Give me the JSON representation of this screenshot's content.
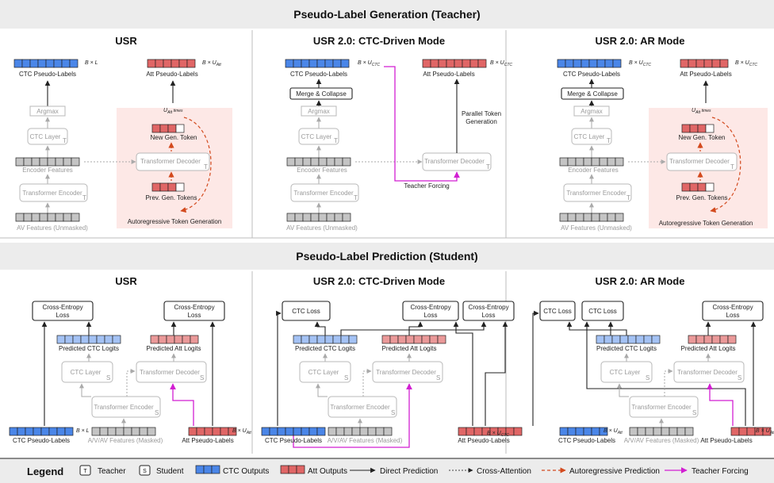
{
  "section_top": "Pseudo-Label Generation (Teacher)",
  "section_bottom": "Pseudo-Label Prediction (Student)",
  "panels": {
    "usr": "USR",
    "ctc_mode": "USR 2.0: CTC-Driven Mode",
    "ar_mode": "USR 2.0: AR Mode"
  },
  "teacher": {
    "ctc_pseudo_labels": "CTC Pseudo-Labels",
    "att_pseudo_labels": "Att Pseudo-Labels",
    "argmax": "Argmax",
    "ctc_layer": "CTC Layer",
    "encoder_features": "Encoder Features",
    "transformer_encoder": "Transformer Encoder",
    "av_features": "AV Features (Unmasked)",
    "transformer_decoder": "Transformer Decoder",
    "new_gen_token": "New Gen. Token",
    "prev_gen_tokens": "Prev. Gen. Tokens",
    "ar_generation": "Autoregressive Token Generation",
    "merge_collapse": "Merge & Collapse",
    "parallel_token": "Parallel Token",
    "generation": "Generation",
    "teacher_forcing": "Teacher Forcing",
    "T": "T",
    "dim_BL": "B × L",
    "dim_BUatt": "B × U",
    "dim_att_sub": "Att",
    "dim_ctc_sub": "CTC",
    "u_att_times": "U",
    "u_att_sub": "Att",
    "u_times_word": "times"
  },
  "student": {
    "cross_entropy": "Cross-Entropy",
    "loss": "Loss",
    "ctc_loss": "CTC Loss",
    "predicted_ctc": "Predicted CTC Logits",
    "predicted_att": "Predicted Att Logits",
    "ctc_layer": "CTC Layer",
    "transformer_decoder": "Transformer Decoder",
    "transformer_encoder": "Transformer Encoder",
    "ctc_pseudo_labels": "CTC Pseudo-Labels",
    "att_pseudo_labels": "Att Pseudo-Labels",
    "av_features_masked": "A/V/AV Features (Masked)",
    "S": "S"
  },
  "legend": {
    "title": "Legend",
    "T_box": "T",
    "teacher": "Teacher",
    "S_box": "S",
    "student": "Student",
    "ctc_outputs": "CTC Outputs",
    "att_outputs": "Att Outputs",
    "direct": "Direct Prediction",
    "cross_attention": "Cross-Attention",
    "ar_prediction": "Autoregressive Prediction",
    "teacher_forcing": "Teacher Forcing"
  },
  "colors": {
    "ctc_blue": "#4a86e8",
    "att_red": "#e06666",
    "light_blue": "#a4c2f4",
    "light_red": "#ea9999",
    "pink_bg": "#fde8e6",
    "teacher_forcing": "#d21fd2",
    "ar_orange": "#d34a1e"
  }
}
